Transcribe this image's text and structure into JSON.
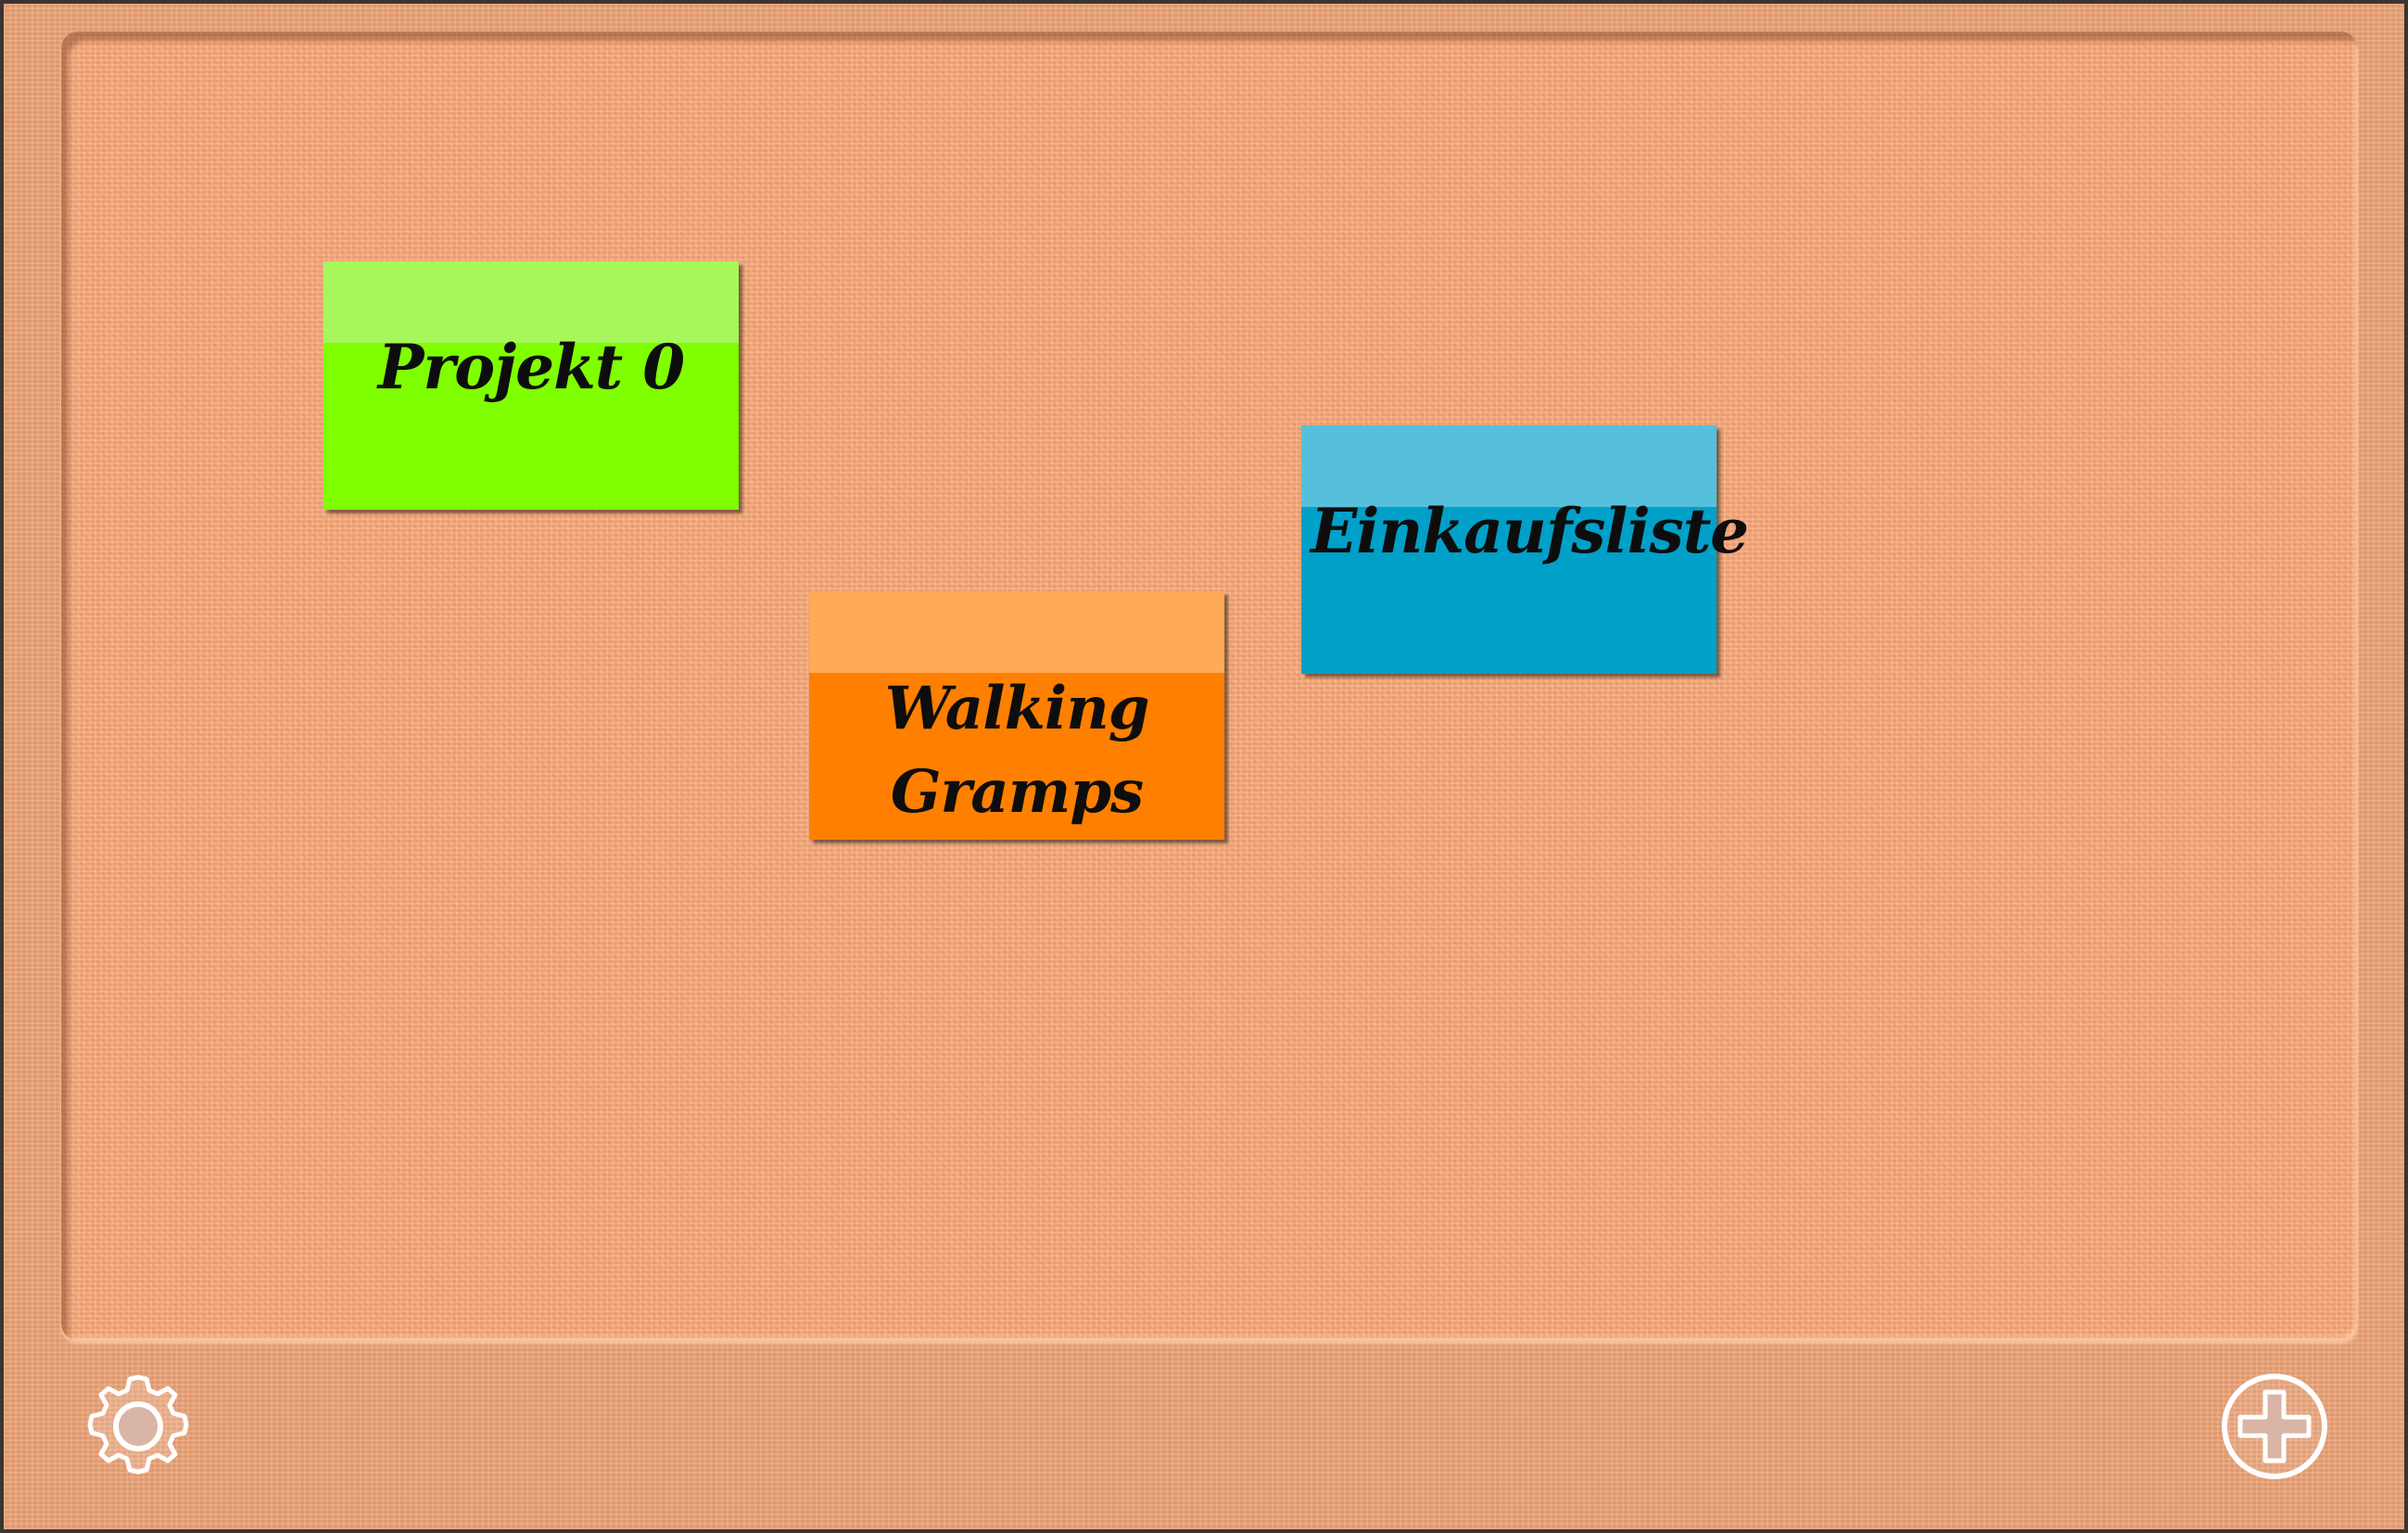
{
  "board": {
    "notes": [
      {
        "label": "Projekt 0",
        "color": "#80ff00",
        "header_color": "#a6f75a"
      },
      {
        "label": "Walking Gramps",
        "color": "#ff7f00",
        "header_color": "#ffaa55"
      },
      {
        "label": "Einkaufsliste",
        "color": "#00a0c8",
        "header_color": "#56c0dc"
      }
    ]
  },
  "toolbar": {
    "settings_icon": "gear-icon",
    "add_icon": "plus-circle-icon"
  },
  "colors": {
    "board_background": "#ffac7c",
    "frame_background": "#eea67a"
  }
}
